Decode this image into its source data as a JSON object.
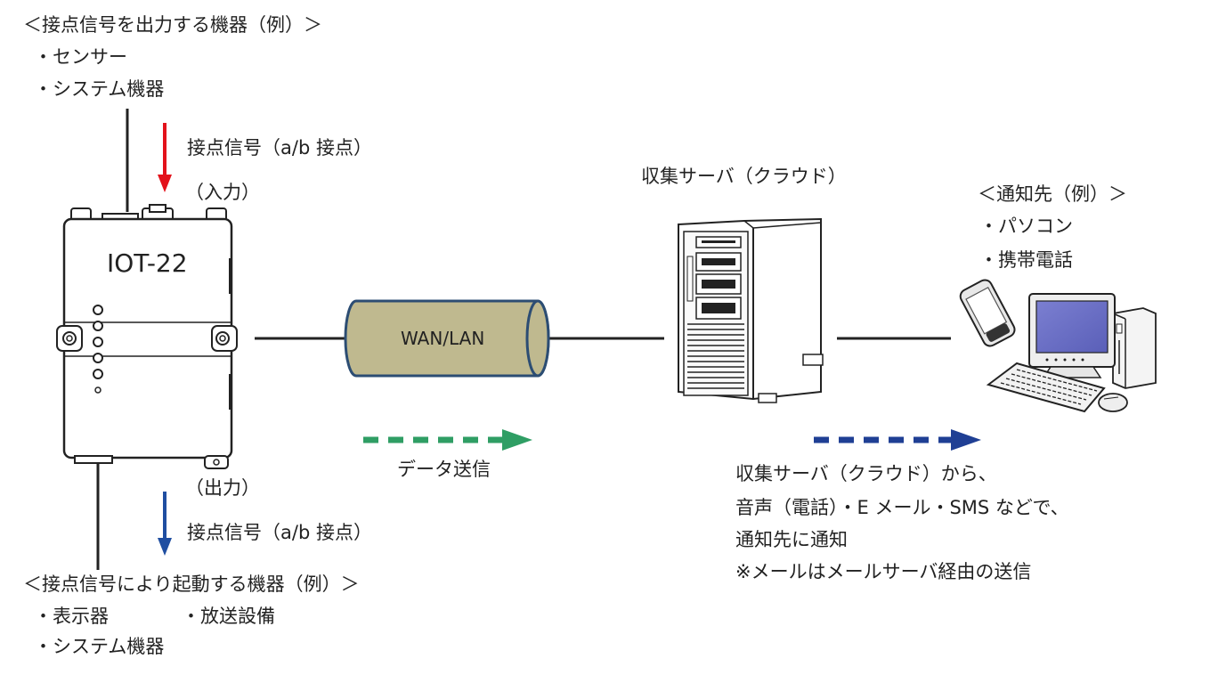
{
  "inputs": {
    "heading": "＜接点信号を出力する機器（例）＞",
    "items": [
      "・センサー",
      "・システム機器"
    ]
  },
  "input_signal": {
    "label": "接点信号（a/b 接点）",
    "direction": "（入力）",
    "arrow_color": "#e3121b"
  },
  "device": {
    "name": "IOT-22"
  },
  "output_signal": {
    "direction": "（出力）",
    "label": "接点信号（a/b 接点）",
    "arrow_color": "#1f4ea1"
  },
  "outputs": {
    "heading": "＜接点信号により起動する機器（例）＞",
    "items": [
      "・表示器",
      "・放送設備",
      "・システム機器"
    ]
  },
  "network": {
    "label": "WAN/LAN",
    "fill_color": "#bfb98f",
    "stroke_color": "#2c4d73"
  },
  "data_send": {
    "label": "データ送信",
    "arrow_color": "#2f9e64"
  },
  "server": {
    "label": "収集サーバ（クラウド）"
  },
  "targets": {
    "heading": "＜通知先（例）＞",
    "items": [
      "・パソコン",
      "・携帯電話"
    ]
  },
  "notify": {
    "arrow_color": "#1f3f94",
    "lines": [
      "収集サーバ（クラウド）から、",
      "音声（電話）・E メール・SMS などで、",
      "通知先に通知",
      "※メールはメールサーバ経由の送信"
    ]
  }
}
